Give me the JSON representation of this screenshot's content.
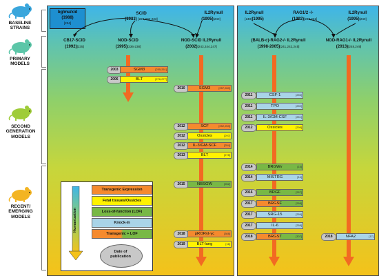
{
  "side_labels": {
    "baseline": "BASELINE STRAINS",
    "primary": "PRIMARY MODELS",
    "second": "SECOND GENERATION MODELS",
    "recent": "RECENT/ EMERGING MODELS"
  },
  "colors": {
    "transgenic_expression": "#f58a2e",
    "fetal_tissues": "#fff200",
    "lof": "#78b845",
    "knock_in": "#a9d4e8",
    "arrow": "#f26a22",
    "baseline_box": "#1e8fd0"
  },
  "icons": [
    "mouse-icon-blue",
    "mouse-icon-teal",
    "mouse-icon-green",
    "mouse-icon-orange"
  ],
  "left_panel": {
    "bg_box": {
      "name": "bg/mu/xid",
      "year": "(1988)",
      "ref": "[234]"
    },
    "scid": {
      "name": "SCID",
      "year": "(1983)",
      "ref": "[229,232-233]"
    },
    "il2r_left": {
      "name": "IL2Rγnull",
      "year": "(1995)",
      "ref": "[240]"
    },
    "cb17": {
      "name": "CB17-SCID",
      "year": "(1992)",
      "ref": "[235]"
    },
    "nod_scid": {
      "name": "NOD-SCID",
      "year": "(1995)",
      "ref": "[236-238]"
    },
    "nod_scid_il2r": {
      "name": "NOD-SCID IL2Rγnull",
      "year": "(2002)",
      "ref": "[243,244,247]"
    },
    "entries": [
      {
        "year": "2003",
        "label": "SGM3",
        "ref": "[255,261]",
        "type": "transgenic"
      },
      {
        "year": "2006",
        "label": "BLT",
        "ref": "[276,277]",
        "type": "fetal"
      },
      {
        "year": "2010",
        "label": "SGM3",
        "ref": "[257,260]",
        "type": "transgenic"
      },
      {
        "year": "2012",
        "label": "SCF",
        "ref": "[252,253]",
        "type": "transgenic"
      },
      {
        "year": "2012",
        "label": "Ossicles",
        "ref": "[297]",
        "type": "fetal"
      },
      {
        "year": "2012",
        "label": "IL-3/GM-SCF",
        "ref": "[254]",
        "type": "transgenic"
      },
      {
        "year": "2013",
        "label": "BLT",
        "ref": "[278]",
        "type": "fetal"
      },
      {
        "year": "2015",
        "label": "NBSGW",
        "ref": "[262]",
        "type": "lof"
      },
      {
        "year": "2018",
        "label": "pRORγt-γc",
        "ref": "[308]",
        "type": "transgenic"
      },
      {
        "year": "2019",
        "label": "BLT-lung",
        "ref": "[16]",
        "type": "fetal"
      }
    ]
  },
  "right_panel": {
    "il2r_a": {
      "name": "IL2Rγnull",
      "year": "(1995)",
      "ref": "[240]"
    },
    "rag": {
      "name": "RAG1/2 -/-",
      "year": "(1992)",
      "ref": "[230,231]"
    },
    "il2r_b": {
      "name": "IL2Rγnull",
      "year": "(1995)",
      "ref": "[240]"
    },
    "balb": {
      "name": "(BALB-c)-RAG2-/- IL2Rγnull",
      "year": "(1998-2005)",
      "ref": "[241,242,245]"
    },
    "nod_rag": {
      "name": "NOD-RAG1-/- IL2Rγnull",
      "year": "(2013)",
      "ref": "[248,249]"
    },
    "entries": [
      {
        "year": "2011",
        "label": "CSF-1",
        "ref": "[256]",
        "type": "knockin"
      },
      {
        "year": "2011",
        "label": "TPO",
        "ref": "[250]",
        "type": "knockin"
      },
      {
        "year": "2011",
        "label": "IL-3/GM-CSF",
        "ref": "[251]",
        "type": "knockin"
      },
      {
        "year": "2012",
        "label": "Ossicles",
        "ref": "[298]",
        "type": "fetal"
      },
      {
        "year": "2014",
        "label": "BRGWv",
        "ref": "[15]",
        "type": "lof"
      },
      {
        "year": "2014",
        "label": "MISTRG",
        "ref": "[14]",
        "type": "knockin"
      },
      {
        "year": "2016",
        "label": "BRGF",
        "ref": "[267]",
        "type": "lof"
      },
      {
        "year": "2017",
        "label": "BRGSF",
        "ref": "[268]",
        "type": "mix"
      },
      {
        "year": "2017",
        "label": "SRG-15",
        "ref": "[259]",
        "type": "knockin"
      },
      {
        "year": "2017",
        "label": "IL-6",
        "ref": "[258]",
        "type": "knockin"
      },
      {
        "year": "2018",
        "label": "BRGST",
        "ref": "[307]",
        "type": "mix"
      },
      {
        "year": "2018",
        "label": "NFA2",
        "ref": "[17]",
        "type": "knockin"
      }
    ]
  },
  "legend": {
    "items": [
      "Transgenic Expression",
      "Fetal tissues/Ossicles",
      "Loss-of-function (LOF)",
      "Knock-in",
      "Transgenic + LOF"
    ],
    "vertical_label": "Humanization",
    "date_label": "Date of publication"
  }
}
